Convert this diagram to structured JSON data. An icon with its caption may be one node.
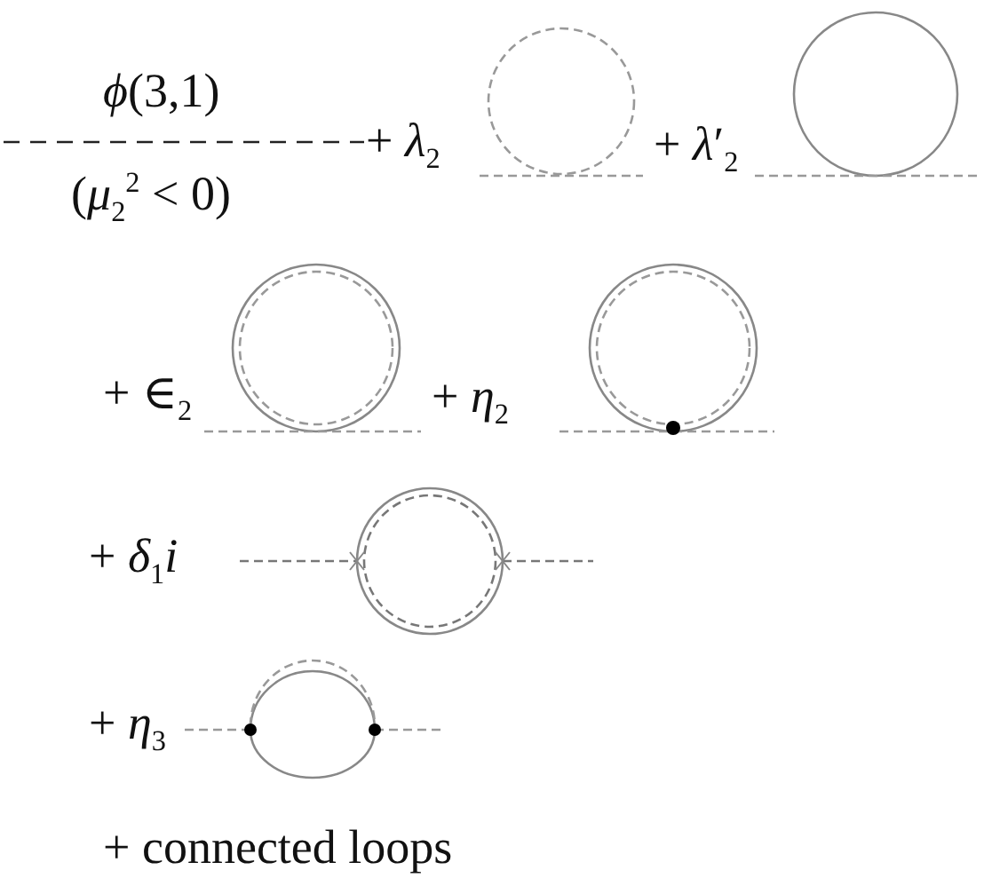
{
  "diagram": {
    "labels": [
      "*ϕ*(3,1)",
      "(*μ*$_{2}$$^{2}$ < 0)",
      "+ *λ*$_{2}$",
      "+ *λ*′$_{2}$",
      "+ ∈$_{2}$",
      "+ *η*$_{2}$",
      "+ *δ*$_{1}$*i*",
      "+ *η*$_{3}$",
      "+ connected loops"
    ]
  }
}
